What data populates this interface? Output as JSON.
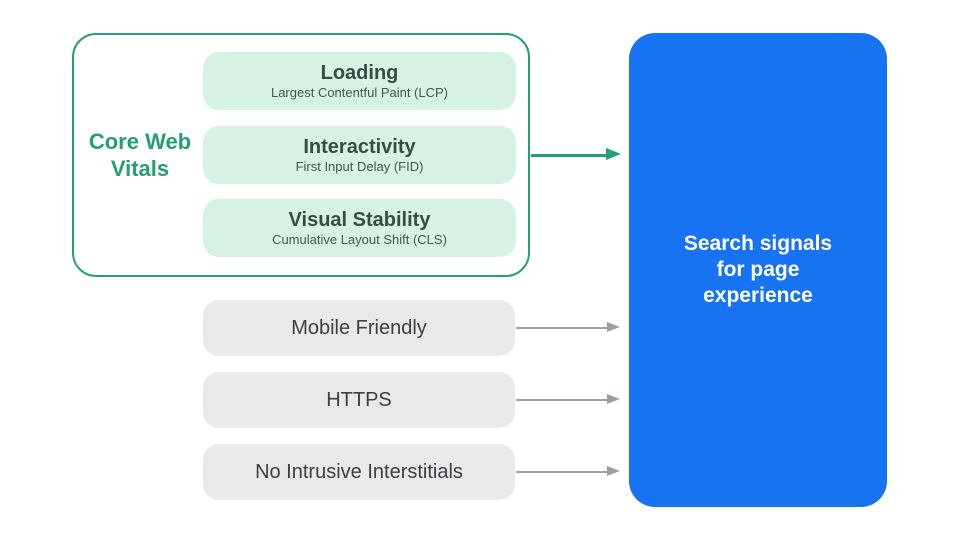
{
  "colors": {
    "green": "#23A073",
    "mint_fill": "#D5F2E2",
    "mint_title_text": "#334E47",
    "blue_fill": "#1773F2",
    "gray_fill": "#E8E9EB",
    "gray_arrow": "#9AA0A6",
    "dark_text": "#3C4043",
    "white_text": "#FFFFFF"
  },
  "core_web_vitals": {
    "label": "Core Web Vitals",
    "items": [
      {
        "title": "Loading",
        "subtitle": "Largest Contentful Paint (LCP)"
      },
      {
        "title": "Interactivity",
        "subtitle": "First Input Delay (FID)"
      },
      {
        "title": "Visual Stability",
        "subtitle": "Cumulative Layout Shift (CLS)"
      }
    ]
  },
  "other_signals": [
    {
      "label": "Mobile Friendly"
    },
    {
      "label": "HTTPS"
    },
    {
      "label": "No Intrusive Interstitials"
    }
  ],
  "result_box": {
    "label": "Search signals for page experience"
  }
}
